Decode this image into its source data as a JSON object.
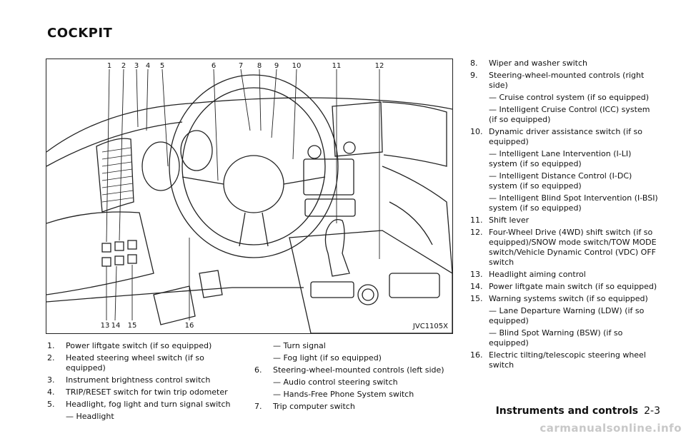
{
  "page_title": "COCKPIT",
  "figure": {
    "code": "JVC1105X",
    "callouts": [
      "1",
      "2",
      "3",
      "4",
      "5",
      "6",
      "7",
      "8",
      "9",
      "10",
      "11",
      "12",
      "13",
      "14",
      "15",
      "16"
    ]
  },
  "col1": {
    "items": [
      {
        "num": "1.",
        "text": "Power liftgate switch (if so equipped)"
      },
      {
        "num": "2.",
        "text": "Heated steering wheel switch (if so equipped)"
      },
      {
        "num": "3.",
        "text": "Instrument brightness control switch"
      },
      {
        "num": "4.",
        "text": "TRIP/RESET switch for twin trip odometer"
      },
      {
        "num": "5.",
        "text": "Headlight, fog light and turn signal switch"
      }
    ],
    "sub5a": "— Headlight"
  },
  "col2": {
    "sub5b": "— Turn signal",
    "sub5c": "— Fog light (if so equipped)",
    "item6": {
      "num": "6.",
      "text": "Steering-wheel-mounted controls (left side)"
    },
    "sub6a": "— Audio control steering switch",
    "sub6b": "— Hands-Free Phone System switch",
    "item7": {
      "num": "7.",
      "text": "Trip computer switch"
    }
  },
  "col3": {
    "item8": {
      "num": "8.",
      "text": "Wiper and washer switch"
    },
    "item9": {
      "num": "9.",
      "text": "Steering-wheel-mounted controls (right side)"
    },
    "sub9a": "— Cruise control system (if so equipped)",
    "sub9b": "— Intelligent Cruise Control (ICC) system (if so equipped)",
    "item10": {
      "num": "10.",
      "text": "Dynamic driver assistance switch (if so equipped)"
    },
    "sub10a": "— Intelligent Lane Intervention (I-LI) system (if so equipped)",
    "sub10b": "— Intelligent Distance Control (I-DC) system (if so equipped)",
    "sub10c": "— Intelligent Blind Spot Intervention (I-BSI) system (if so equipped)",
    "item11": {
      "num": "11.",
      "text": "Shift lever"
    },
    "item12": {
      "num": "12.",
      "text": "Four-Wheel Drive (4WD) shift switch (if so equipped)/SNOW mode switch/TOW MODE switch/Vehicle Dynamic Control (VDC) OFF switch"
    },
    "item13": {
      "num": "13.",
      "text": "Headlight aiming control"
    },
    "item14": {
      "num": "14.",
      "text": "Power liftgate main switch (if so equipped)"
    },
    "item15": {
      "num": "15.",
      "text": "Warning systems switch (if so equipped)"
    },
    "sub15a": "— Lane Departure Warning (LDW) (if so equipped)",
    "sub15b": "— Blind Spot Warning (BSW) (if so equipped)",
    "item16": {
      "num": "16.",
      "text": "Electric tilting/telescopic steering wheel switch"
    }
  },
  "footer": {
    "section": "Instruments and controls",
    "page": "2-3"
  },
  "watermark": "carmanualsonline.info"
}
